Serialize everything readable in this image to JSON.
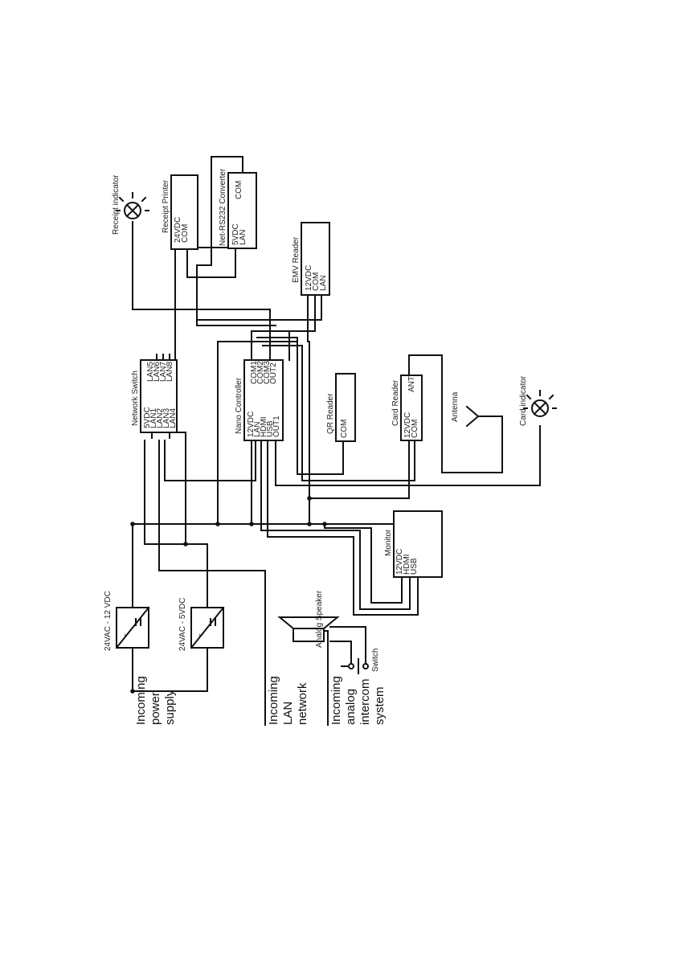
{
  "receipt_indicator": "Receipt indicator",
  "receipt_printer": {
    "title": "Receipt Printer",
    "p1": "24VDC",
    "p2": "COM"
  },
  "converter": {
    "title": "Net-RS232 Converter",
    "p1": "5VDC",
    "p2": "LAN",
    "p3": "COM"
  },
  "emv_reader": {
    "title": "EMV Reader",
    "p1": "12VDC",
    "p2": "COM",
    "p3": "LAN"
  },
  "network_switch": {
    "title": "Network Switch",
    "left": [
      "5VDC",
      "LAN1",
      "LAN2",
      "LAN3",
      "LAN4"
    ],
    "right": [
      "LAN5",
      "LAN6",
      "LAN7",
      "LAN8"
    ]
  },
  "nano_controller": {
    "title": "Nano Controller",
    "left": [
      "12VDC",
      "LAN",
      "HDMI",
      "USB",
      "OUT1"
    ],
    "right": [
      "COM1",
      "COM2",
      "COM3",
      "OUT2"
    ]
  },
  "qr_reader": {
    "title": "QR Reader",
    "p1": "COM"
  },
  "card_reader": {
    "title": "Card Reader",
    "p1": "12VDC",
    "p2": "COM",
    "p3": "ANT"
  },
  "antenna": "Antenna",
  "card_indicator": "Card indicator",
  "monitor": {
    "title": "Monitor",
    "p1": "12VDC",
    "p2": "HDMI",
    "p3": "USB"
  },
  "psu1": "24VAC - 12 VDC",
  "psu2": "24VAC - 5VDC",
  "analog_speaker": "Analog Speaker",
  "switch_label": "Switch",
  "incoming_power": [
    "Incoming",
    "power",
    "supply"
  ],
  "incoming_lan": [
    "Incoming",
    "LAN",
    "network"
  ],
  "incoming_intercom": [
    "Incoming",
    "analog",
    "intercom",
    "system"
  ]
}
